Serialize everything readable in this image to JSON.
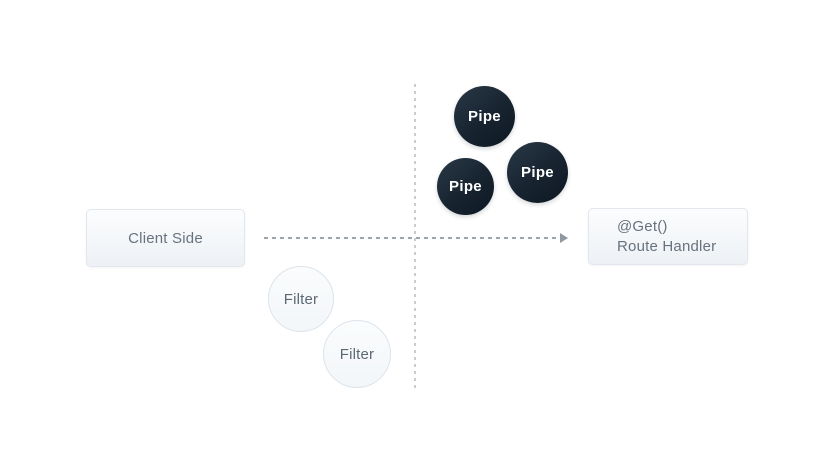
{
  "diagram": {
    "type": "request-pipeline-flow",
    "client_box": {
      "label": "Client Side"
    },
    "route_box": {
      "decorator": "@Get()",
      "label": "Route Handler"
    },
    "pipes": [
      {
        "label": "Pipe"
      },
      {
        "label": "Pipe"
      },
      {
        "label": "Pipe"
      }
    ],
    "filters": [
      {
        "label": "Filter"
      },
      {
        "label": "Filter"
      }
    ],
    "colors": {
      "background": "#ffffff",
      "pipe_circle_dark": "#0d1824",
      "pipe_circle_light": "#2a3948",
      "pipe_text": "#ffffff",
      "filter_circle_bg": "#f7fafc",
      "filter_circle_border": "#dde4eb",
      "box_bg_top": "#fcfdfe",
      "box_bg_bottom": "#edf1f5",
      "box_border": "#e2e7ed",
      "label_text": "#68727f",
      "arrow_dash": "#9aa2ab",
      "boundary_dash": "#c8cdd3"
    }
  }
}
